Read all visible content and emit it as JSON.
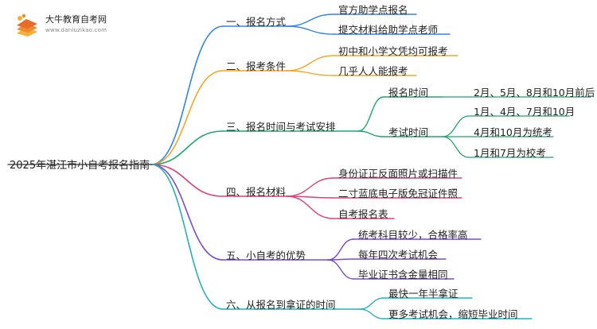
{
  "logo": {
    "title": "大牛教育自考网",
    "url": "www.daniuzikao.com",
    "icon": "book-stack-icon"
  },
  "root": {
    "label": "2025年湛江市小自考报名指南"
  },
  "colors": {
    "blue": "#2f86e8",
    "orange": "#f5a623",
    "green": "#1ea86a",
    "magenta": "#e0407a",
    "purple": "#7a4bd0",
    "teal": "#22b3b8"
  },
  "branches": [
    {
      "label": "一、报名方式",
      "color": "blue",
      "children": [
        {
          "label": "官方助学点报名"
        },
        {
          "label": "提交材料给助学点老师"
        }
      ]
    },
    {
      "label": "二、报考条件",
      "color": "orange",
      "children": [
        {
          "label": "初中和小学文凭均可报考"
        },
        {
          "label": "几乎人人能报考"
        }
      ]
    },
    {
      "label": "三、报名时间与考试安排",
      "color": "green",
      "children": [
        {
          "label": "报名时间",
          "children": [
            {
              "label": "2月、5月、8月和10月前后"
            }
          ]
        },
        {
          "label": "考试时间",
          "children": [
            {
              "label": "1月、4月、7月和10月"
            },
            {
              "label": "4月和10月为统考"
            },
            {
              "label": "1月和7月为校考"
            }
          ]
        }
      ]
    },
    {
      "label": "四、报名材料",
      "color": "magenta",
      "children": [
        {
          "label": "身份证正反面照片或扫描件"
        },
        {
          "label": "二寸蓝底电子版免冠证件照"
        },
        {
          "label": "自考报名表"
        }
      ]
    },
    {
      "label": "五、小自考的优势",
      "color": "purple",
      "children": [
        {
          "label": "统考科目较少，合格率高"
        },
        {
          "label": "每年四次考试机会"
        },
        {
          "label": "毕业证书含金量相同"
        }
      ]
    },
    {
      "label": "六、从报名到拿证的时间",
      "color": "teal",
      "children": [
        {
          "label": "最快一年半拿证"
        },
        {
          "label": "更多考试机会，缩短毕业时间"
        }
      ]
    }
  ]
}
